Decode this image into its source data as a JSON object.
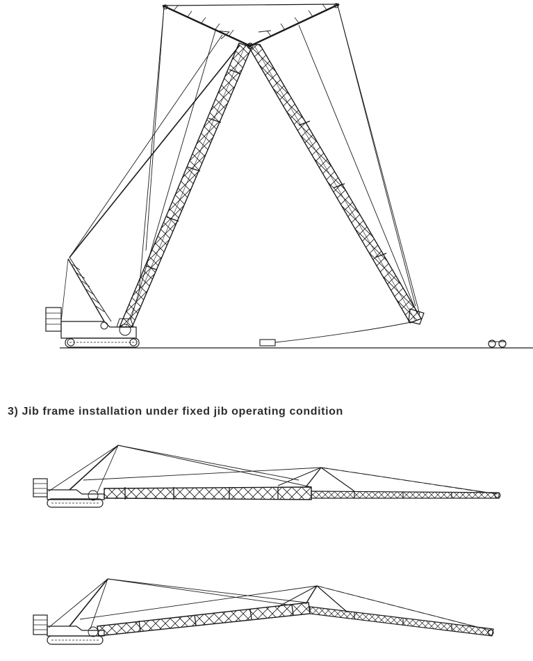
{
  "caption": "3) Jib frame installation under fixed jib operating condition",
  "colors": {
    "line": "#1a1a1a",
    "caption": "#2d2d2d",
    "background": "#ffffff"
  },
  "figures": [
    {
      "name": "crane-raised-jib-folded",
      "description_shown": false
    },
    {
      "name": "crane-jib-frame-installation-stage-1",
      "description_shown": false
    },
    {
      "name": "crane-jib-frame-installation-stage-2",
      "description_shown": false
    }
  ]
}
